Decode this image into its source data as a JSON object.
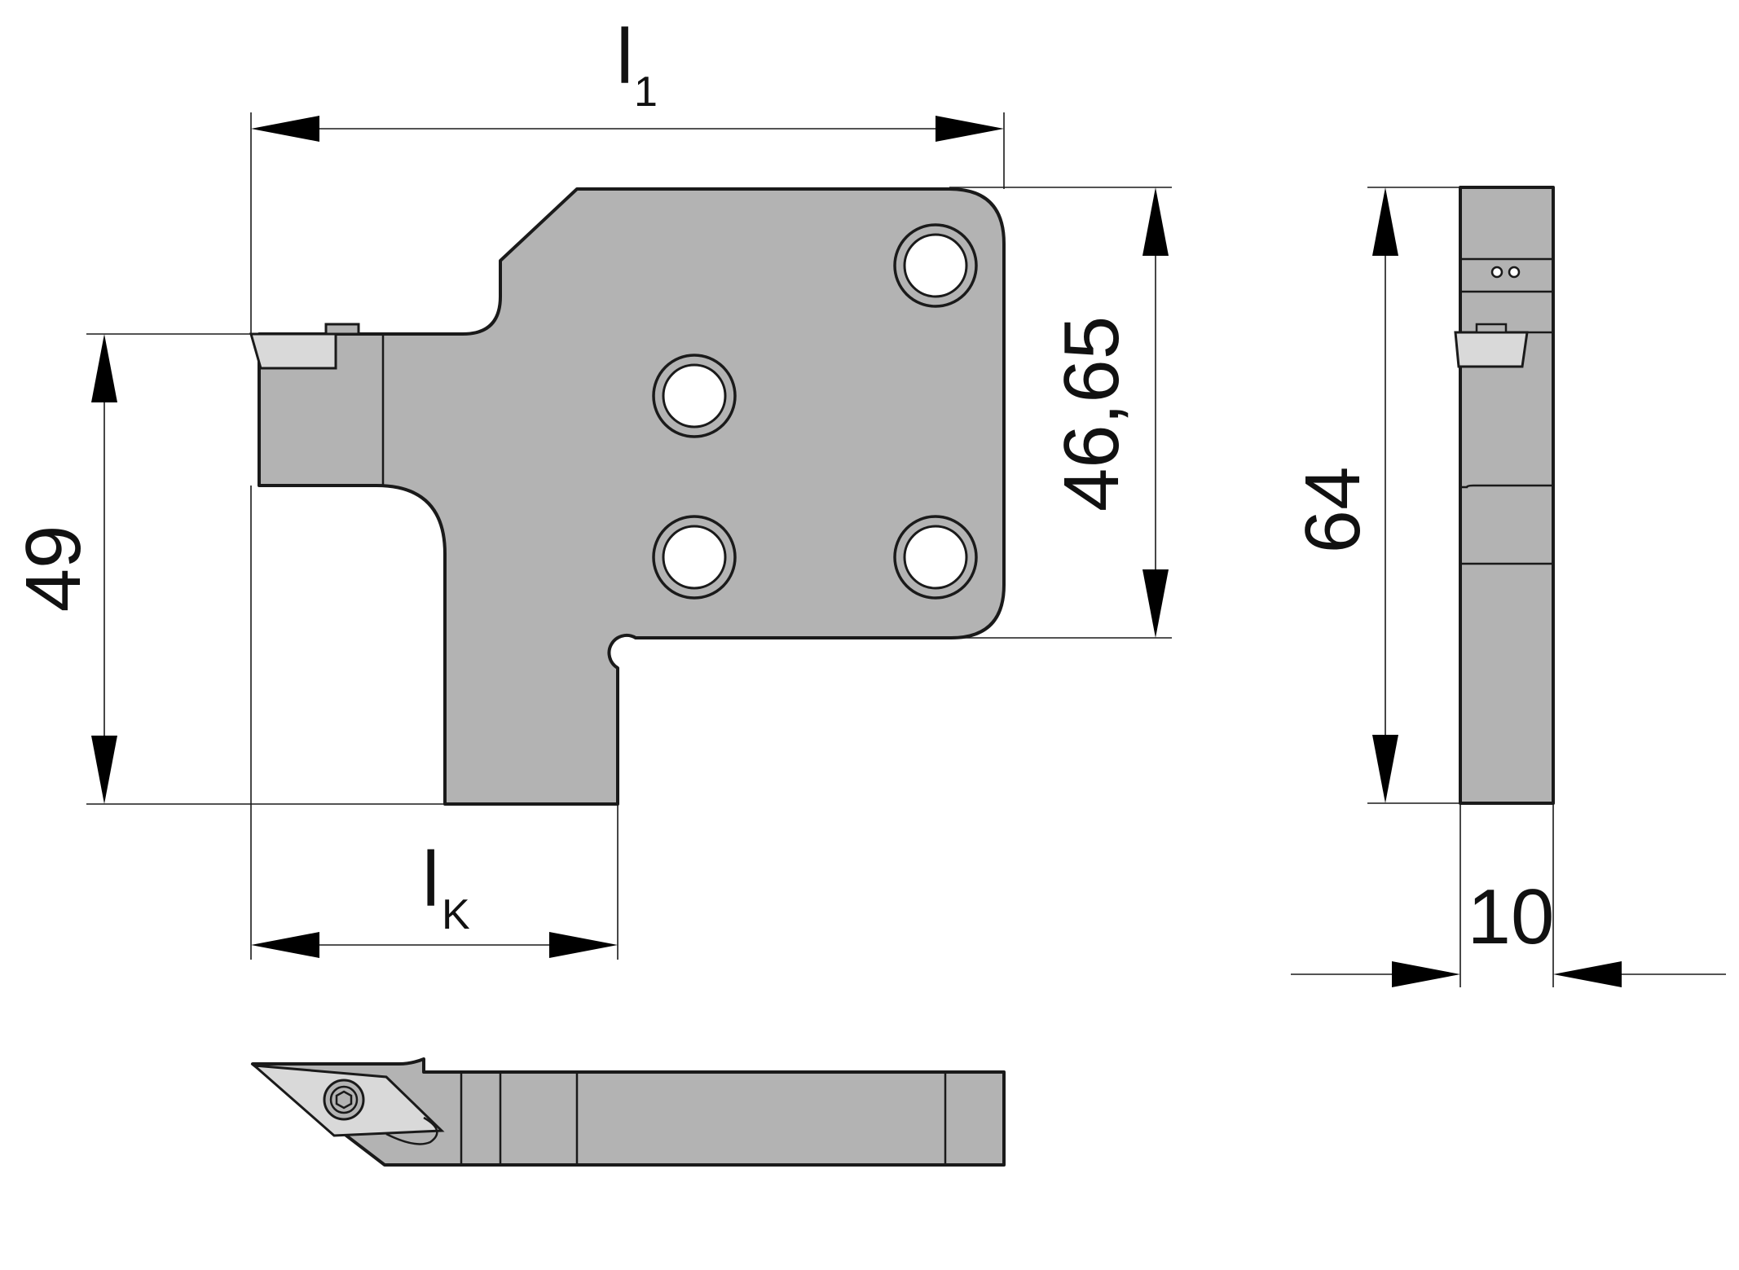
{
  "dimensions": {
    "l1_symbol": "l",
    "l1_subscript": "1",
    "lk_symbol": "l",
    "lk_subscript": "K",
    "height_49": "49",
    "height_4665": "46,65",
    "height_64": "64",
    "width_10": "10"
  }
}
